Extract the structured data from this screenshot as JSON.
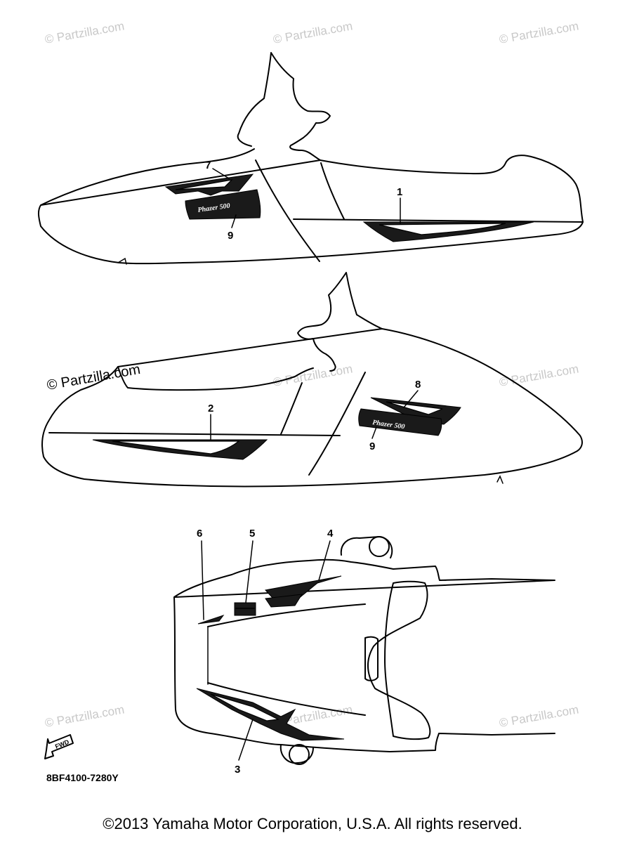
{
  "watermarks": {
    "text": "© Partzilla.com"
  },
  "callouts": {
    "c1": "1",
    "c2": "2",
    "c3": "3",
    "c4": "4",
    "c5": "5",
    "c6": "6",
    "c7": "7",
    "c8": "8",
    "c9a": "9",
    "c9b": "9"
  },
  "fwd_label": "FWD",
  "part_code": "8BF4100-7280Y",
  "copyright": "©2013  Yamaha Motor Corporation, U.S.A. All rights reserved."
}
